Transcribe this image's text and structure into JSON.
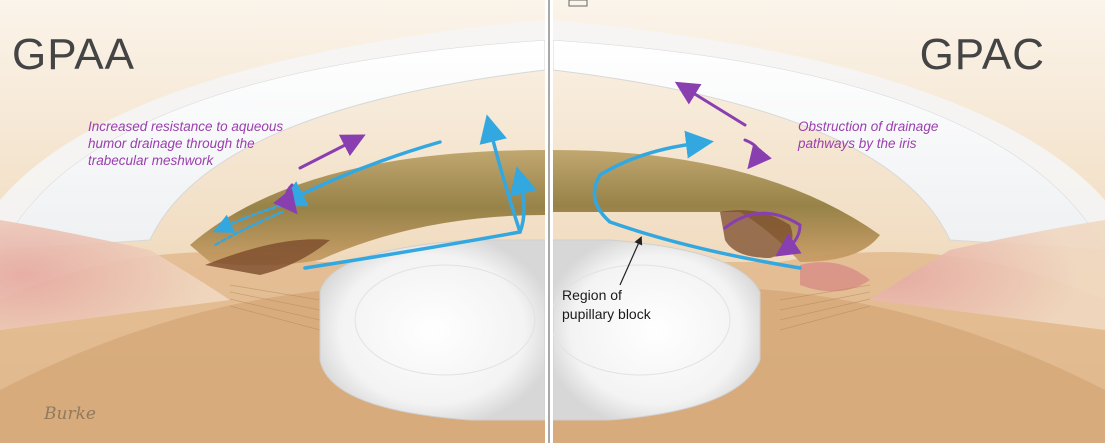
{
  "panels": {
    "left": {
      "title": "GPAA",
      "annotation": "Increased resistance to aqueous\nhumor drainage through the\ntrabecular meshwork"
    },
    "right": {
      "title": "GPAC",
      "annotation": "Obstruction of drainage\npathways by the iris",
      "pointer_label": "Region of\npupillary block"
    }
  },
  "signature": "Burke",
  "colors": {
    "aqueous_flow": "#33a8e0",
    "annotation": "#9a3fae",
    "title": "#444444",
    "tissue": "#e7c9a2",
    "divider": "#8c8c8c"
  }
}
